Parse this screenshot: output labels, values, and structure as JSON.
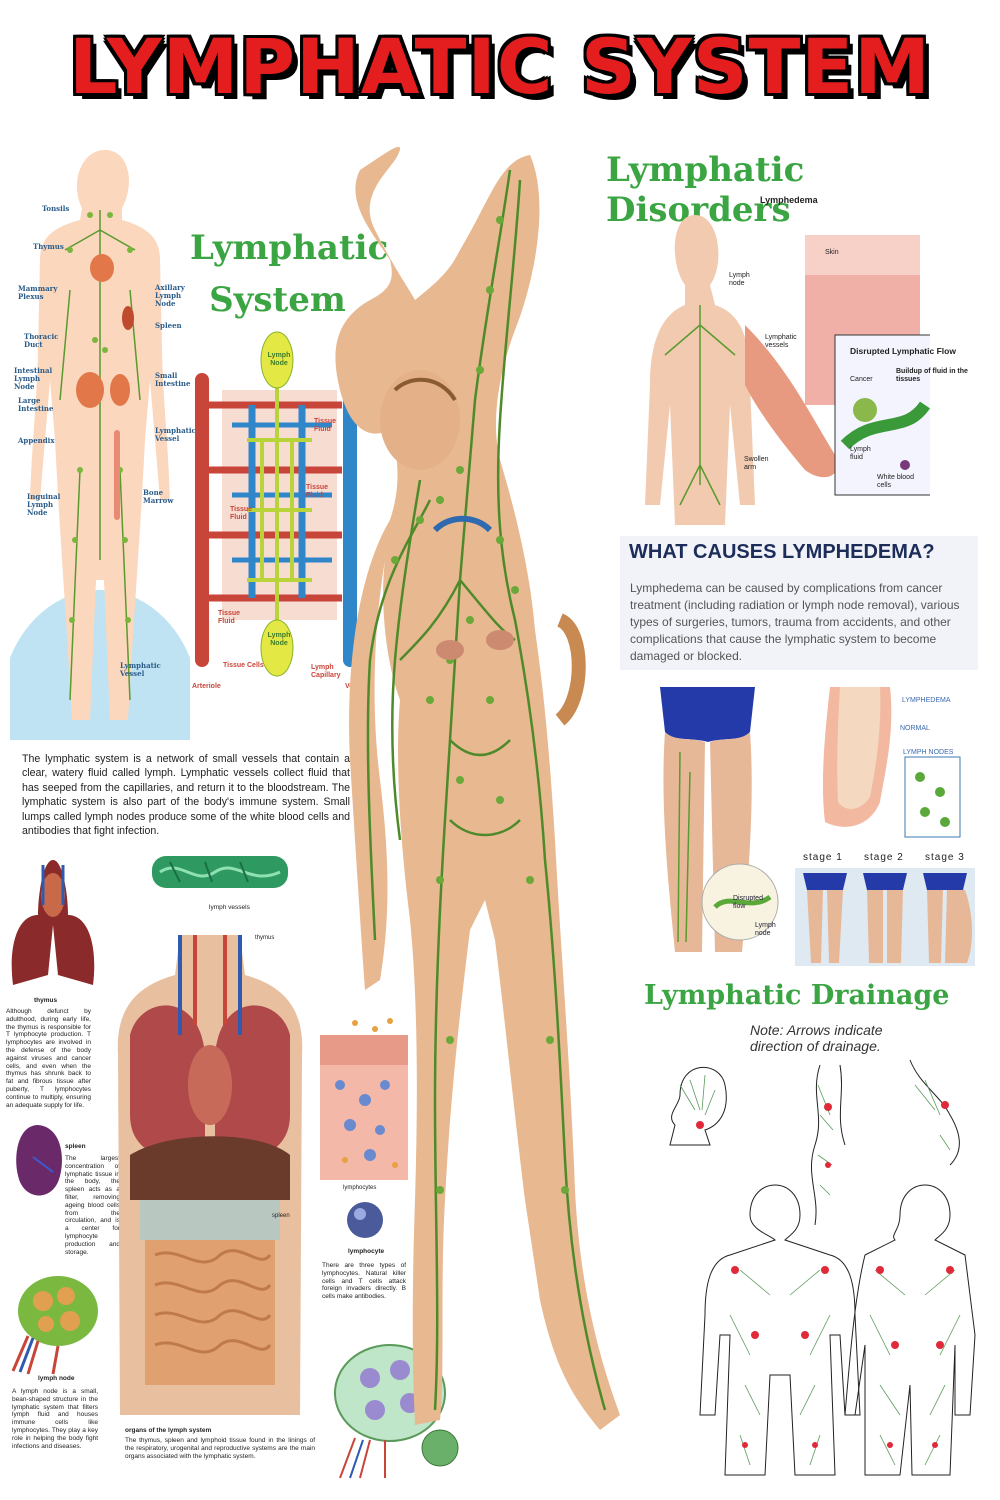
{
  "title": "LYMPHATIC SYSTEM",
  "left_figure": {
    "labels": [
      "Tonsils",
      "Thymus",
      "Mammary Plexus",
      "Thoracic Duct",
      "Intestinal Lymph Node",
      "Large Intestine",
      "Appendix",
      "Inguinal Lymph Node",
      "Lymphatic Vessel"
    ],
    "right_labels": [
      "Axillary Lymph Node",
      "Spleen",
      "Small Intestine",
      "Lymphatic Vessel",
      "Bone Marrow"
    ]
  },
  "system_heading": [
    "Lymphatic",
    "System"
  ],
  "capillary": {
    "lymph_node": "Lymph Node",
    "tissue_fluid": "Tissue Fluid",
    "tissue_cells": "Tissue Cells",
    "lymph_capillary": "Lymph Capillary",
    "arteriole": "Arteriole",
    "venule": "Venule"
  },
  "intro": "The lymphatic system is a network of small vessels that contain a clear, watery fluid called lymph. Lymphatic vessels collect fluid that has seeped from the capillaries, and return it to the bloodstream. The lymphatic system is also part of the body's immune system. Small lumps called lymph nodes produce some of the white blood cells and antibodies that fight infection.",
  "lymph_vessels_label": "lymph vessels",
  "thymus": {
    "title": "thymus",
    "text": "Although defunct by adulthood, during early life, the thymus is responsible for T lymphocyte production. T lymphocytes are involved in the defense of the body against viruses and cancer cells, and even when the thymus has shrunk back to fat and fibrous tissue after puberty, T lymphocytes continue to multiply, ensuring an adequate supply for life."
  },
  "spleen": {
    "title": "spleen",
    "text": "The largest concentration of lymphatic tissue in the body, the spleen acts as a filter, removing ageing blood cells from the circulation, and is a center for lymphocyte production and storage."
  },
  "lymph_node": {
    "title": "lymph node",
    "text": "A lymph node is a small, bean-shaped structure in the lymphatic system that filters lymph fluid and houses immune cells like lymphocytes. They play a key role in helping the body fight infections and diseases."
  },
  "organs": {
    "title": "organs of the lymph system",
    "text": "The thymus, spleen and lymphoid tissue found in the linings of the respiratory, urogenital and reproductive systems are the main organs associated with the lymphatic system.",
    "thymus_label": "thymus",
    "spleen_label": "spleen"
  },
  "lymphocytes": {
    "label": "lymphocytes",
    "single": "lymphocyte",
    "text": "There are three types of lymphocytes. Natural killer cells and T cells attack foreign invaders directly. B cells make antibodies."
  },
  "disorders": {
    "heading": "Lymphatic Disorders",
    "subtitle": "Lymphedema",
    "lymph_node": "Lymph node",
    "lymphatic_vessels": "Lymphatic vessels",
    "swollen_arm": "Swollen arm",
    "skin": "Skin",
    "inset_title": "Disrupted Lymphatic Flow",
    "cancer": "Cancer",
    "buildup": "Buildup of fluid in the tissues",
    "lymph_fluid": "Lymph fluid",
    "white_blood_cells": "White blood cells"
  },
  "causes": {
    "heading": "WHAT CAUSES LYMPHEDEMA?",
    "text": "Lymphedema can be caused by complications from cancer treatment (including radiation or lymph node removal), various types of surgeries, tumors, trauma from accidents, and other complications that cause the lymphatic system to become damaged or blocked."
  },
  "leg": {
    "lymphedema": "LYMPHEDEMA",
    "normal": "NORMAL",
    "lymph_nodes": "LYMPH NODES",
    "disrupted": "Disrupted flow",
    "node": "Lymph node"
  },
  "stages": [
    "stage 1",
    "stage 2",
    "stage 3"
  ],
  "drainage": {
    "heading": "Lymphatic Drainage",
    "note": "Note: Arrows indicate direction of drainage."
  }
}
